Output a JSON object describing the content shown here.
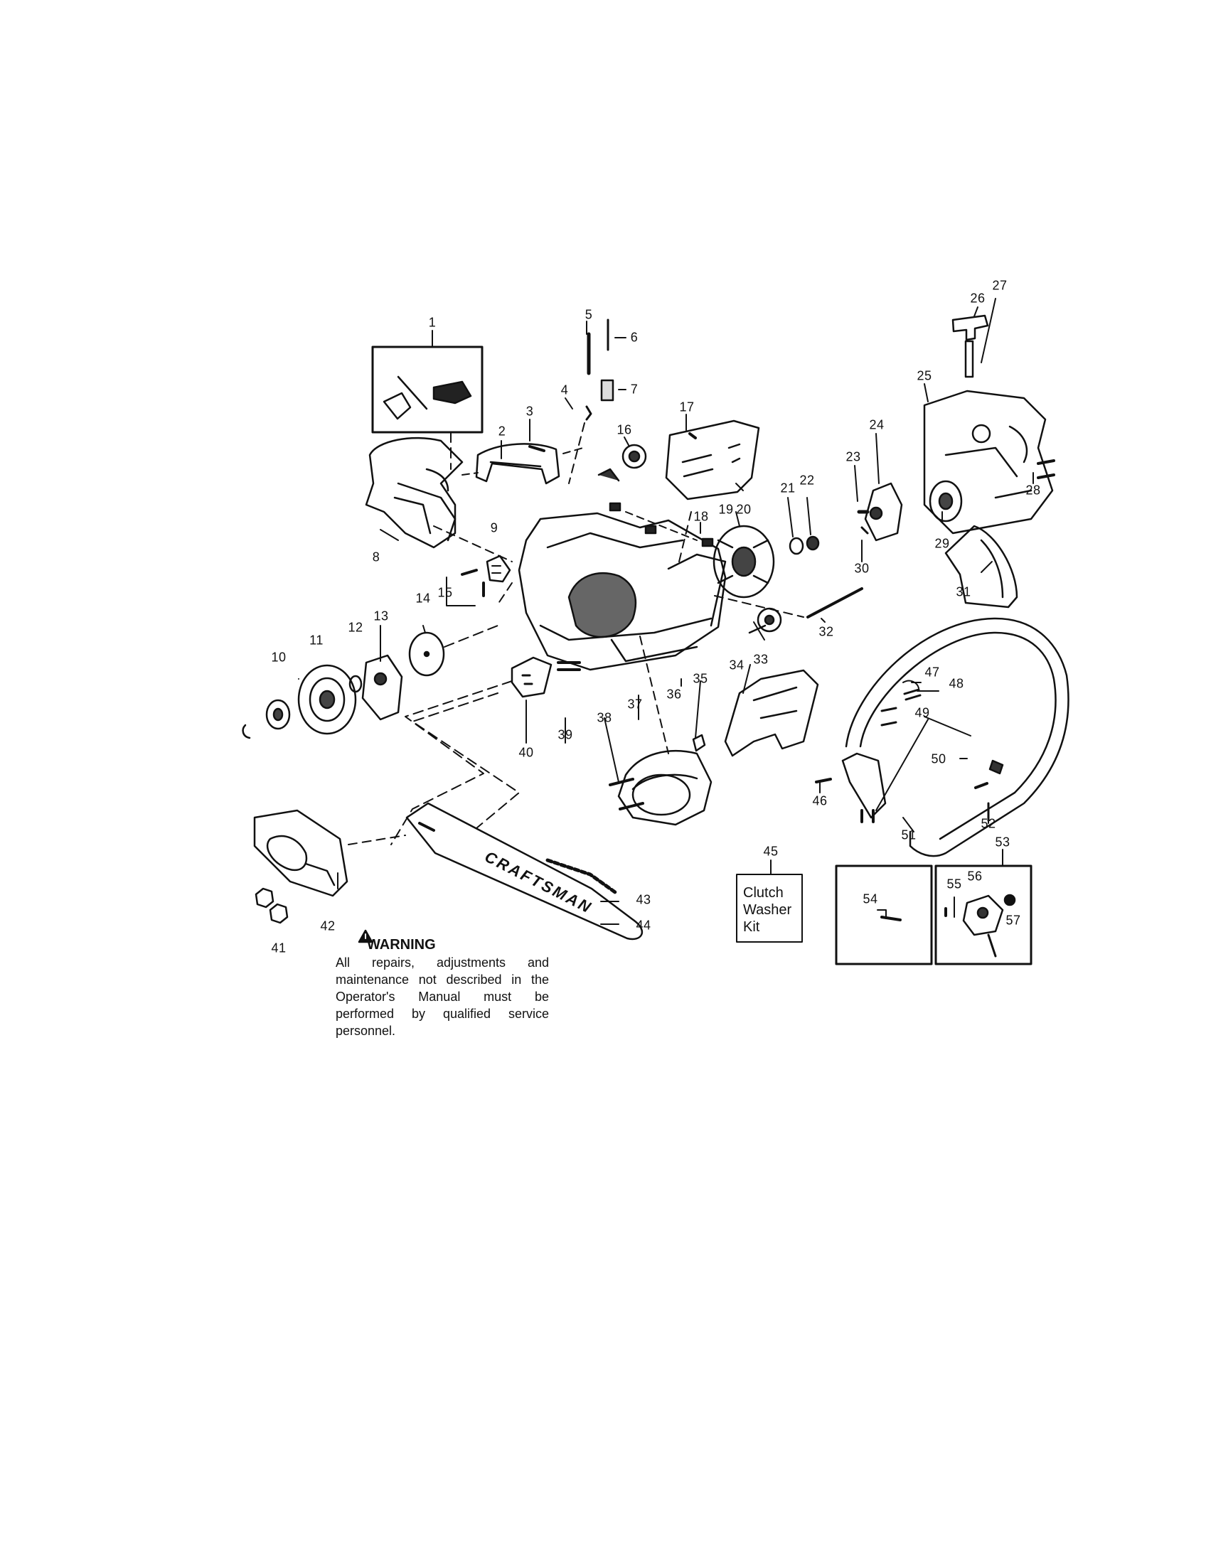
{
  "brand_text": "CRAFTSMAN",
  "warning": {
    "title": "WARNING",
    "body": "All repairs, adjustments and maintenance not described in the Operator's Manual must be performed by qualified service personnel."
  },
  "kit_box": {
    "line1": "Clutch",
    "line2": "Washer",
    "line3": "Kit"
  },
  "parts": [
    {
      "id": "p1",
      "label": "1"
    },
    {
      "id": "p2",
      "label": "2"
    },
    {
      "id": "p3",
      "label": "3"
    },
    {
      "id": "p4",
      "label": "4"
    },
    {
      "id": "p5",
      "label": "5"
    },
    {
      "id": "p6",
      "label": "6"
    },
    {
      "id": "p7",
      "label": "7"
    },
    {
      "id": "p8",
      "label": "8"
    },
    {
      "id": "p9",
      "label": "9"
    },
    {
      "id": "p10",
      "label": "10"
    },
    {
      "id": "p11",
      "label": "11"
    },
    {
      "id": "p12",
      "label": "12"
    },
    {
      "id": "p13",
      "label": "13"
    },
    {
      "id": "p14",
      "label": "14"
    },
    {
      "id": "p15",
      "label": "15"
    },
    {
      "id": "p16",
      "label": "16"
    },
    {
      "id": "p17",
      "label": "17"
    },
    {
      "id": "p18",
      "label": "18"
    },
    {
      "id": "p19",
      "label": "19"
    },
    {
      "id": "p20",
      "label": "20"
    },
    {
      "id": "p21",
      "label": "21"
    },
    {
      "id": "p22",
      "label": "22"
    },
    {
      "id": "p23",
      "label": "23"
    },
    {
      "id": "p24",
      "label": "24"
    },
    {
      "id": "p25",
      "label": "25"
    },
    {
      "id": "p26",
      "label": "26"
    },
    {
      "id": "p27",
      "label": "27"
    },
    {
      "id": "p28",
      "label": "28"
    },
    {
      "id": "p29",
      "label": "29"
    },
    {
      "id": "p30",
      "label": "30"
    },
    {
      "id": "p31",
      "label": "31"
    },
    {
      "id": "p32",
      "label": "32"
    },
    {
      "id": "p33",
      "label": "33"
    },
    {
      "id": "p34",
      "label": "34"
    },
    {
      "id": "p35",
      "label": "35"
    },
    {
      "id": "p36",
      "label": "36"
    },
    {
      "id": "p37",
      "label": "37"
    },
    {
      "id": "p38",
      "label": "38"
    },
    {
      "id": "p39",
      "label": "39"
    },
    {
      "id": "p40",
      "label": "40"
    },
    {
      "id": "p41",
      "label": "41"
    },
    {
      "id": "p42",
      "label": "42"
    },
    {
      "id": "p43",
      "label": "43"
    },
    {
      "id": "p44",
      "label": "44"
    },
    {
      "id": "p45",
      "label": "45"
    },
    {
      "id": "p46",
      "label": "46"
    },
    {
      "id": "p47",
      "label": "47"
    },
    {
      "id": "p48",
      "label": "48"
    },
    {
      "id": "p49",
      "label": "49"
    },
    {
      "id": "p50",
      "label": "50"
    },
    {
      "id": "p51",
      "label": "51"
    },
    {
      "id": "p52",
      "label": "52"
    },
    {
      "id": "p53",
      "label": "53"
    },
    {
      "id": "p54",
      "label": "54"
    },
    {
      "id": "p55",
      "label": "55"
    },
    {
      "id": "p56",
      "label": "56"
    },
    {
      "id": "p57",
      "label": "57"
    }
  ]
}
